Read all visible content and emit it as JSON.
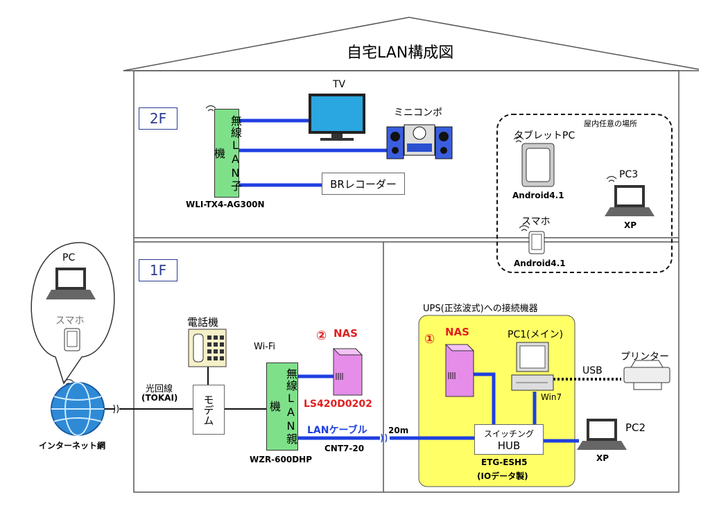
{
  "title": "自宅LAN構成図",
  "floors": {
    "second": "2F",
    "first": "1F"
  },
  "second_floor": {
    "wireless_child_label": "無線LAN子機",
    "wireless_child_model": "WLI-TX4-AG300N",
    "tv": "TV",
    "minicompo": "ミニコンポ",
    "br_recorder": "BRレコーダー",
    "indoor_area": "屋内任意の場所",
    "tablet": "タブレットPC",
    "tablet_os": "Android4.1",
    "smartphone": "スマホ",
    "smartphone_os": "Android4.1",
    "pc3": "PC3",
    "pc3_os": "XP"
  },
  "internet": {
    "bubble_pc": "PC",
    "bubble_smartphone": "スマホ",
    "label": "インターネット網",
    "fiber_line": "光回線",
    "fiber_provider": "(TOKAI)"
  },
  "first_floor": {
    "phone": "電話機",
    "modem": "モデム",
    "wifi": "Wi-Fi",
    "wireless_parent_label": "無線LAN親機",
    "wireless_parent_model": "WZR-600DHP",
    "nas2_marker": "②",
    "nas2_title": "NAS",
    "nas2_model": "LS420D0202",
    "lan_cable": "LANケーブル",
    "lan_cable_model": "CNT7-20",
    "cable_length": "20m",
    "ups_title": "UPS(正弦波式)への接続機器",
    "nas1_marker": "①",
    "nas1_title": "NAS",
    "pc1": "PC1(メイン)",
    "pc1_os": "Win7",
    "switch_label": "スイッチング",
    "switch_hub": "HUB",
    "switch_model": "ETG-ESH5",
    "switch_maker": "(IOデータ製)",
    "usb": "USB",
    "printer": "プリンター",
    "pc2": "PC2",
    "pc2_os": "XP"
  },
  "colors": {
    "cable": "#1f3fe0",
    "wireless_box": "#7fe08a",
    "nas": "#e58de8",
    "ups_area": "#ffff66",
    "marker": "#e02020",
    "house_line": "#555555"
  },
  "icons": [
    "wifi-icon",
    "tv-icon",
    "minicompo-icon",
    "tablet-icon",
    "smartphone-icon",
    "laptop-icon",
    "globe-icon",
    "phone-icon",
    "nas-icon",
    "desktop-icon",
    "printer-icon"
  ]
}
